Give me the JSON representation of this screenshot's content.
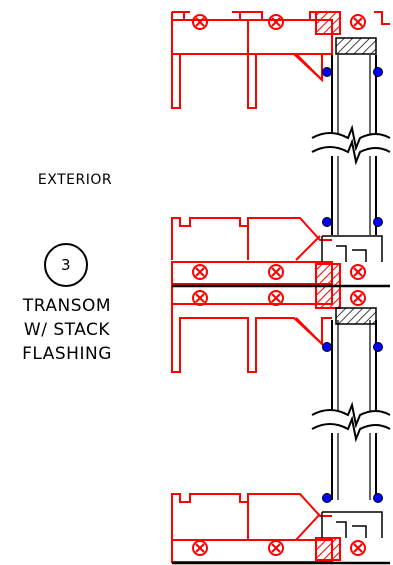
{
  "labels": {
    "exterior": "EXTERIOR",
    "detail_number": "3",
    "title_lines": [
      "TRANSOM",
      "W/ STACK",
      "FLASHING"
    ]
  },
  "colors": {
    "frame": "#ff0000",
    "line": "#000000",
    "gasket": "#0000ff"
  }
}
